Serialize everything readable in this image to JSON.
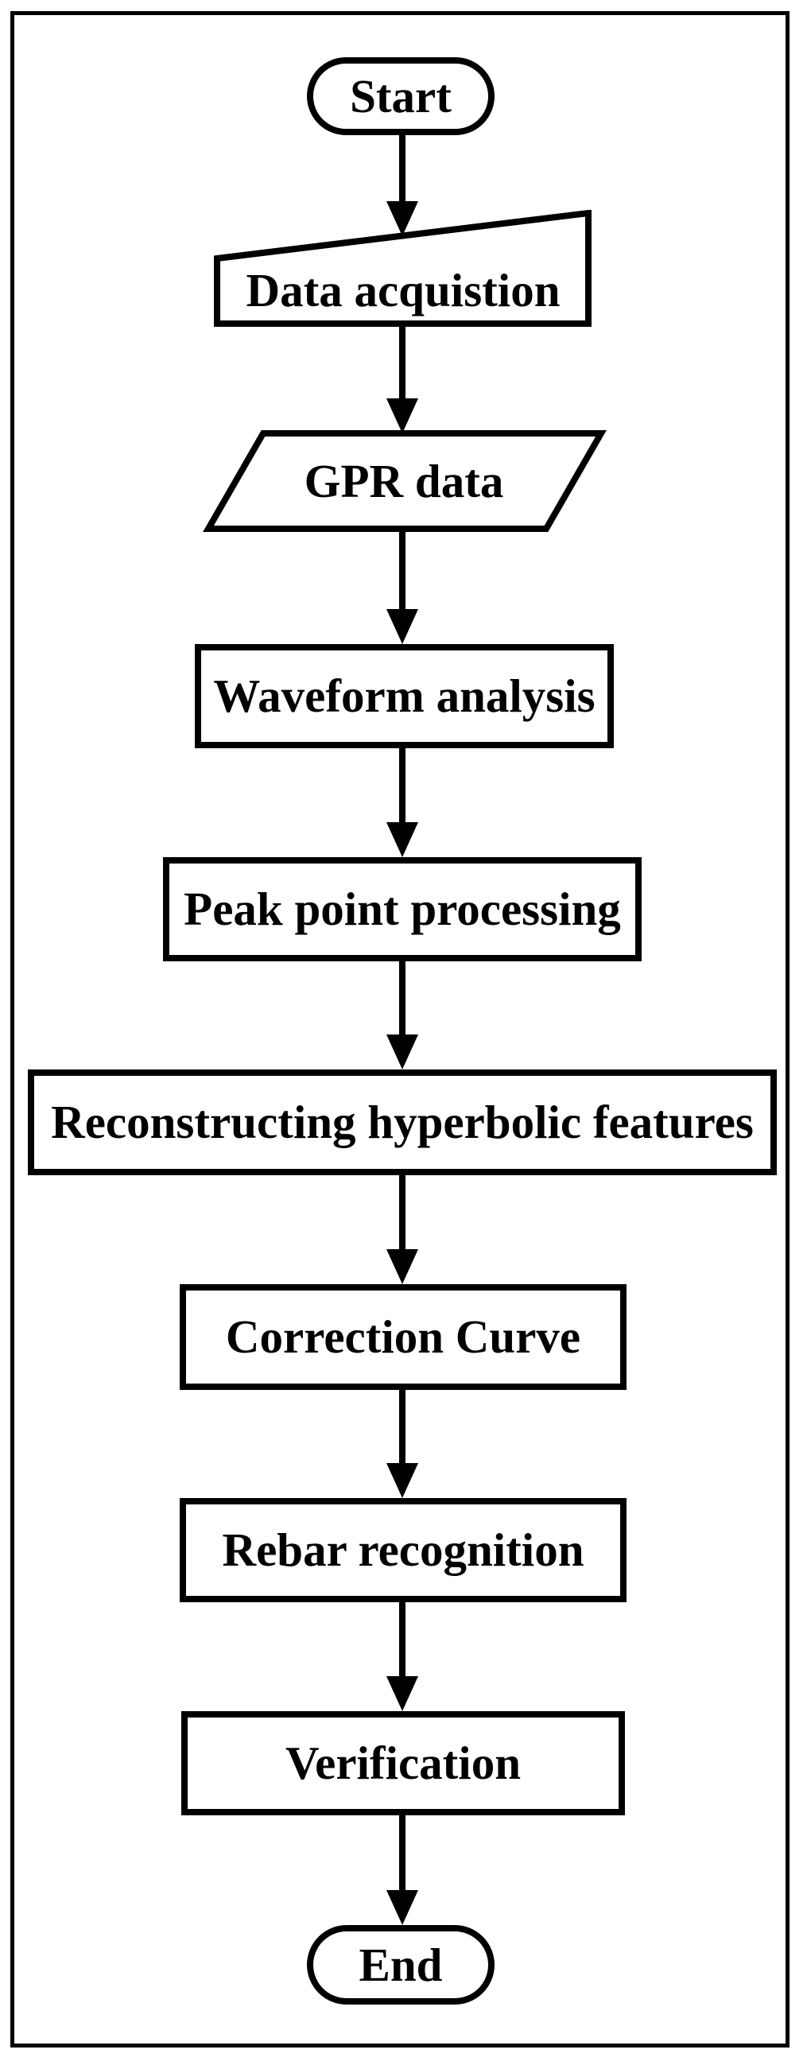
{
  "flowchart": {
    "background_color": "#ffffff",
    "stroke_color": "#000000",
    "fill_color": "#ffffff",
    "nodes": [
      {
        "id": "start",
        "type": "terminator",
        "label": "Start"
      },
      {
        "id": "data-acquisition",
        "type": "manual-input",
        "label": "Data acquistion"
      },
      {
        "id": "gpr-data",
        "type": "input-output",
        "label": "GPR data"
      },
      {
        "id": "waveform-analysis",
        "type": "process",
        "label": "Waveform analysis"
      },
      {
        "id": "peak-point-processing",
        "type": "process",
        "label": "Peak point processing"
      },
      {
        "id": "reconstructing-hyperbolic-features",
        "type": "process",
        "label": "Reconstructing hyperbolic features"
      },
      {
        "id": "correction-curve",
        "type": "process",
        "label": "Correction Curve"
      },
      {
        "id": "rebar-recognition",
        "type": "process",
        "label": "Rebar recognition"
      },
      {
        "id": "verification",
        "type": "process",
        "label": "Verification"
      },
      {
        "id": "end",
        "type": "terminator",
        "label": "End"
      }
    ],
    "edges": [
      {
        "from": "start",
        "to": "data-acquisition"
      },
      {
        "from": "data-acquisition",
        "to": "gpr-data"
      },
      {
        "from": "gpr-data",
        "to": "waveform-analysis"
      },
      {
        "from": "waveform-analysis",
        "to": "peak-point-processing"
      },
      {
        "from": "peak-point-processing",
        "to": "reconstructing-hyperbolic-features"
      },
      {
        "from": "reconstructing-hyperbolic-features",
        "to": "correction-curve"
      },
      {
        "from": "correction-curve",
        "to": "rebar-recognition"
      },
      {
        "from": "rebar-recognition",
        "to": "verification"
      },
      {
        "from": "verification",
        "to": "end"
      }
    ]
  }
}
